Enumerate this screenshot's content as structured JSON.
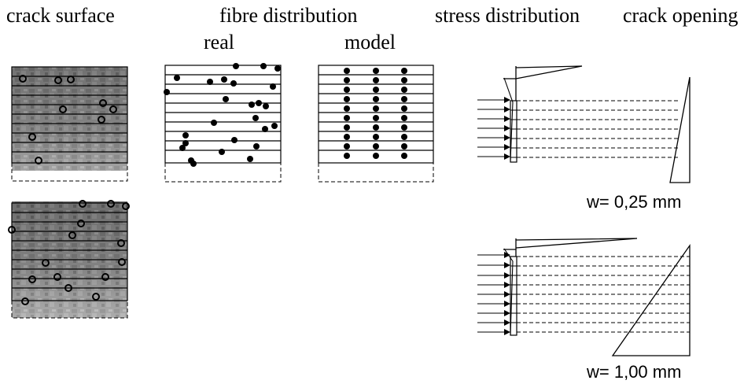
{
  "headers": {
    "crack_surface": "crack surface",
    "fibre_distribution": "fibre distribution",
    "stress_distribution": "stress distribution",
    "crack_opening": "crack opening",
    "real": "real",
    "model": "model"
  },
  "crack_width_labels": [
    "w= 0,25 mm",
    "w= 1,00 mm"
  ],
  "colors": {
    "ink": "#000000",
    "concrete_dark": "#5a5a5a",
    "concrete_mid": "#8c8c8c",
    "concrete_light": "#bdbdbd"
  }
}
